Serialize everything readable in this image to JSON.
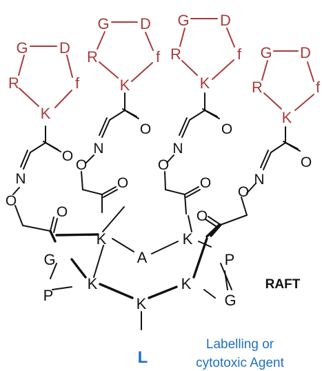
{
  "colors": {
    "peptide": "#a83a3a",
    "scaffold": "#111111",
    "accent": "#1f6fc6"
  },
  "residues": {
    "G": "G",
    "D": "D",
    "R": "R",
    "f": "f",
    "K": "K",
    "A": "A",
    "P": "P"
  },
  "atoms": {
    "N": "N",
    "O": "O"
  },
  "label_raft": "RAFT",
  "label_l": "L",
  "label_agent_line1": "Labelling or",
  "label_agent_line2": "cytotoxic Agent"
}
